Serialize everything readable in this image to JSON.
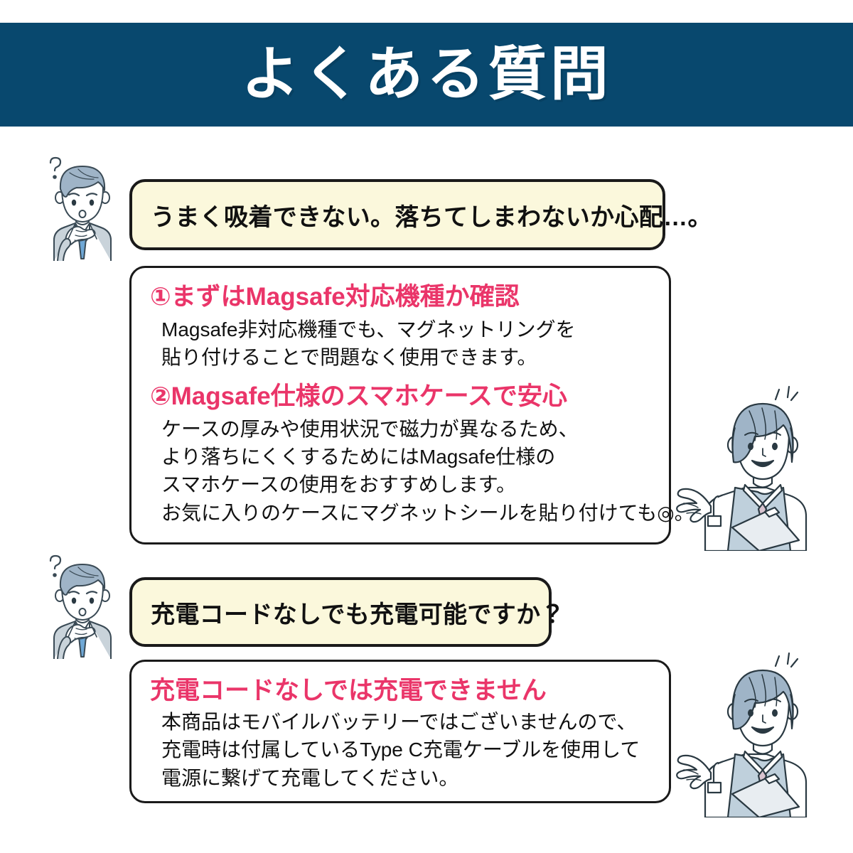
{
  "header": {
    "title": "よくある質問",
    "background_color": "#08486E",
    "text_color": "#FFFFFF"
  },
  "colors": {
    "header_blue": "#08486E",
    "question_bubble_fill": "#FBF8DC",
    "heading_pink": "#EA3569",
    "body_text": "#111111",
    "border": "#1A1A1A",
    "hair_blue_gray": "#9FB4C7",
    "suit_gray": "#C9D3DA"
  },
  "faq": [
    {
      "avatar": "thinking-man",
      "question": "うまく吸着できない。落ちてしまわないか心配…。",
      "answer_avatar": "presenting-woman",
      "answer_blocks": [
        {
          "heading": "①まずはMagsafe対応機種か確認",
          "body_lines": [
            "Magsafe非対応機種でも、マグネットリングを",
            "貼り付けることで問題なく使用できます。"
          ]
        },
        {
          "heading": "②Magsafe仕様のスマホケースで安心",
          "body_lines": [
            "ケースの厚みや使用状況で磁力が異なるため、",
            "より落ちにくくするためにはMagsafe仕様の",
            "スマホケースの使用をおすすめします。",
            "お気に入りのケースにマグネットシールを貼り付けても◎。"
          ]
        }
      ]
    },
    {
      "avatar": "thinking-man",
      "question": "充電コードなしでも充電可能ですか？",
      "answer_avatar": "presenting-woman",
      "answer_blocks": [
        {
          "heading": "充電コードなしでは充電できません",
          "body_lines": [
            "本商品はモバイルバッテリーではございませんので、",
            "充電時は付属しているType C充電ケーブルを使用して",
            "電源に繋げて充電してください。"
          ]
        }
      ]
    }
  ]
}
